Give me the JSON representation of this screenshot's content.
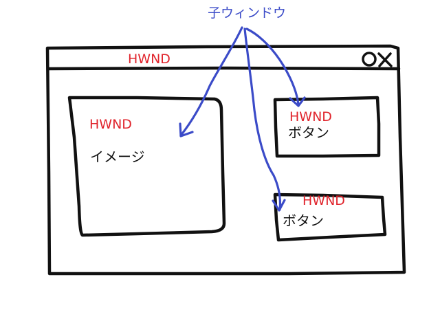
{
  "callout": {
    "label": "子ウィンドウ",
    "color": "#3b4bc8"
  },
  "labels": {
    "hwnd_color": "#e0242c",
    "ink_color": "#111111",
    "main_window_hwnd": "HWND",
    "image_hwnd": "HWND",
    "image_label": "イメージ",
    "button1_hwnd": "HWND",
    "button1_label": "ボタン",
    "button2_hwnd": "HWND",
    "button2_label": "ボタン"
  },
  "icons": {
    "close_box": "close-icon"
  }
}
